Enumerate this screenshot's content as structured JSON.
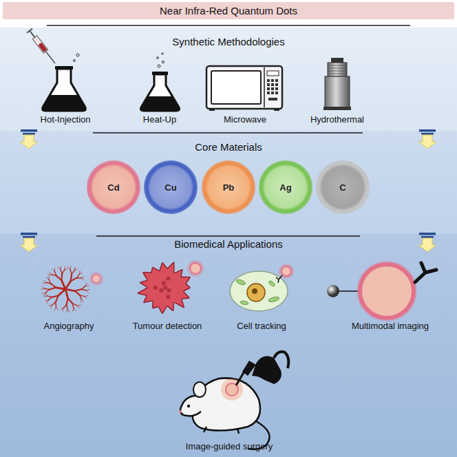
{
  "diagram": {
    "title": "Near Infra-Red Quantum Dots",
    "nodes": [
      {
        "text": [
          "Synthetic Methodologies"
        ]
      },
      {
        "text": [
          "Core Materials"
        ]
      },
      {
        "text": [
          "Biomedical Applications"
        ]
      },
      {
        "text": [
          "Cd"
        ],
        "in": 1
      },
      {
        "text": [
          "Cu"
        ],
        "in": 1
      },
      {
        "text": [
          "Pb"
        ],
        "in": 1
      },
      {
        "text": [
          "Ag"
        ],
        "in": 1
      },
      {
        "text": [
          "C"
        ],
        "in": 1
      }
    ],
    "edges": [
      {
        "from": 0,
        "to": 1,
        "arrow": "to"
      },
      {
        "from": 0,
        "to": 1,
        "arrow": "to"
      },
      {
        "from": 1,
        "to": 2,
        "arrow": "to"
      },
      {
        "from": 1,
        "to": 2,
        "arrow": "to"
      }
    ],
    "labels": [
      "Hot-Injection",
      "Heat-Up",
      "Microwave",
      "Hydrothermal",
      "Angiography",
      "Tumour detection",
      "Cell tracking",
      "Multimodal imaging",
      "Image-guided surgery"
    ]
  }
}
